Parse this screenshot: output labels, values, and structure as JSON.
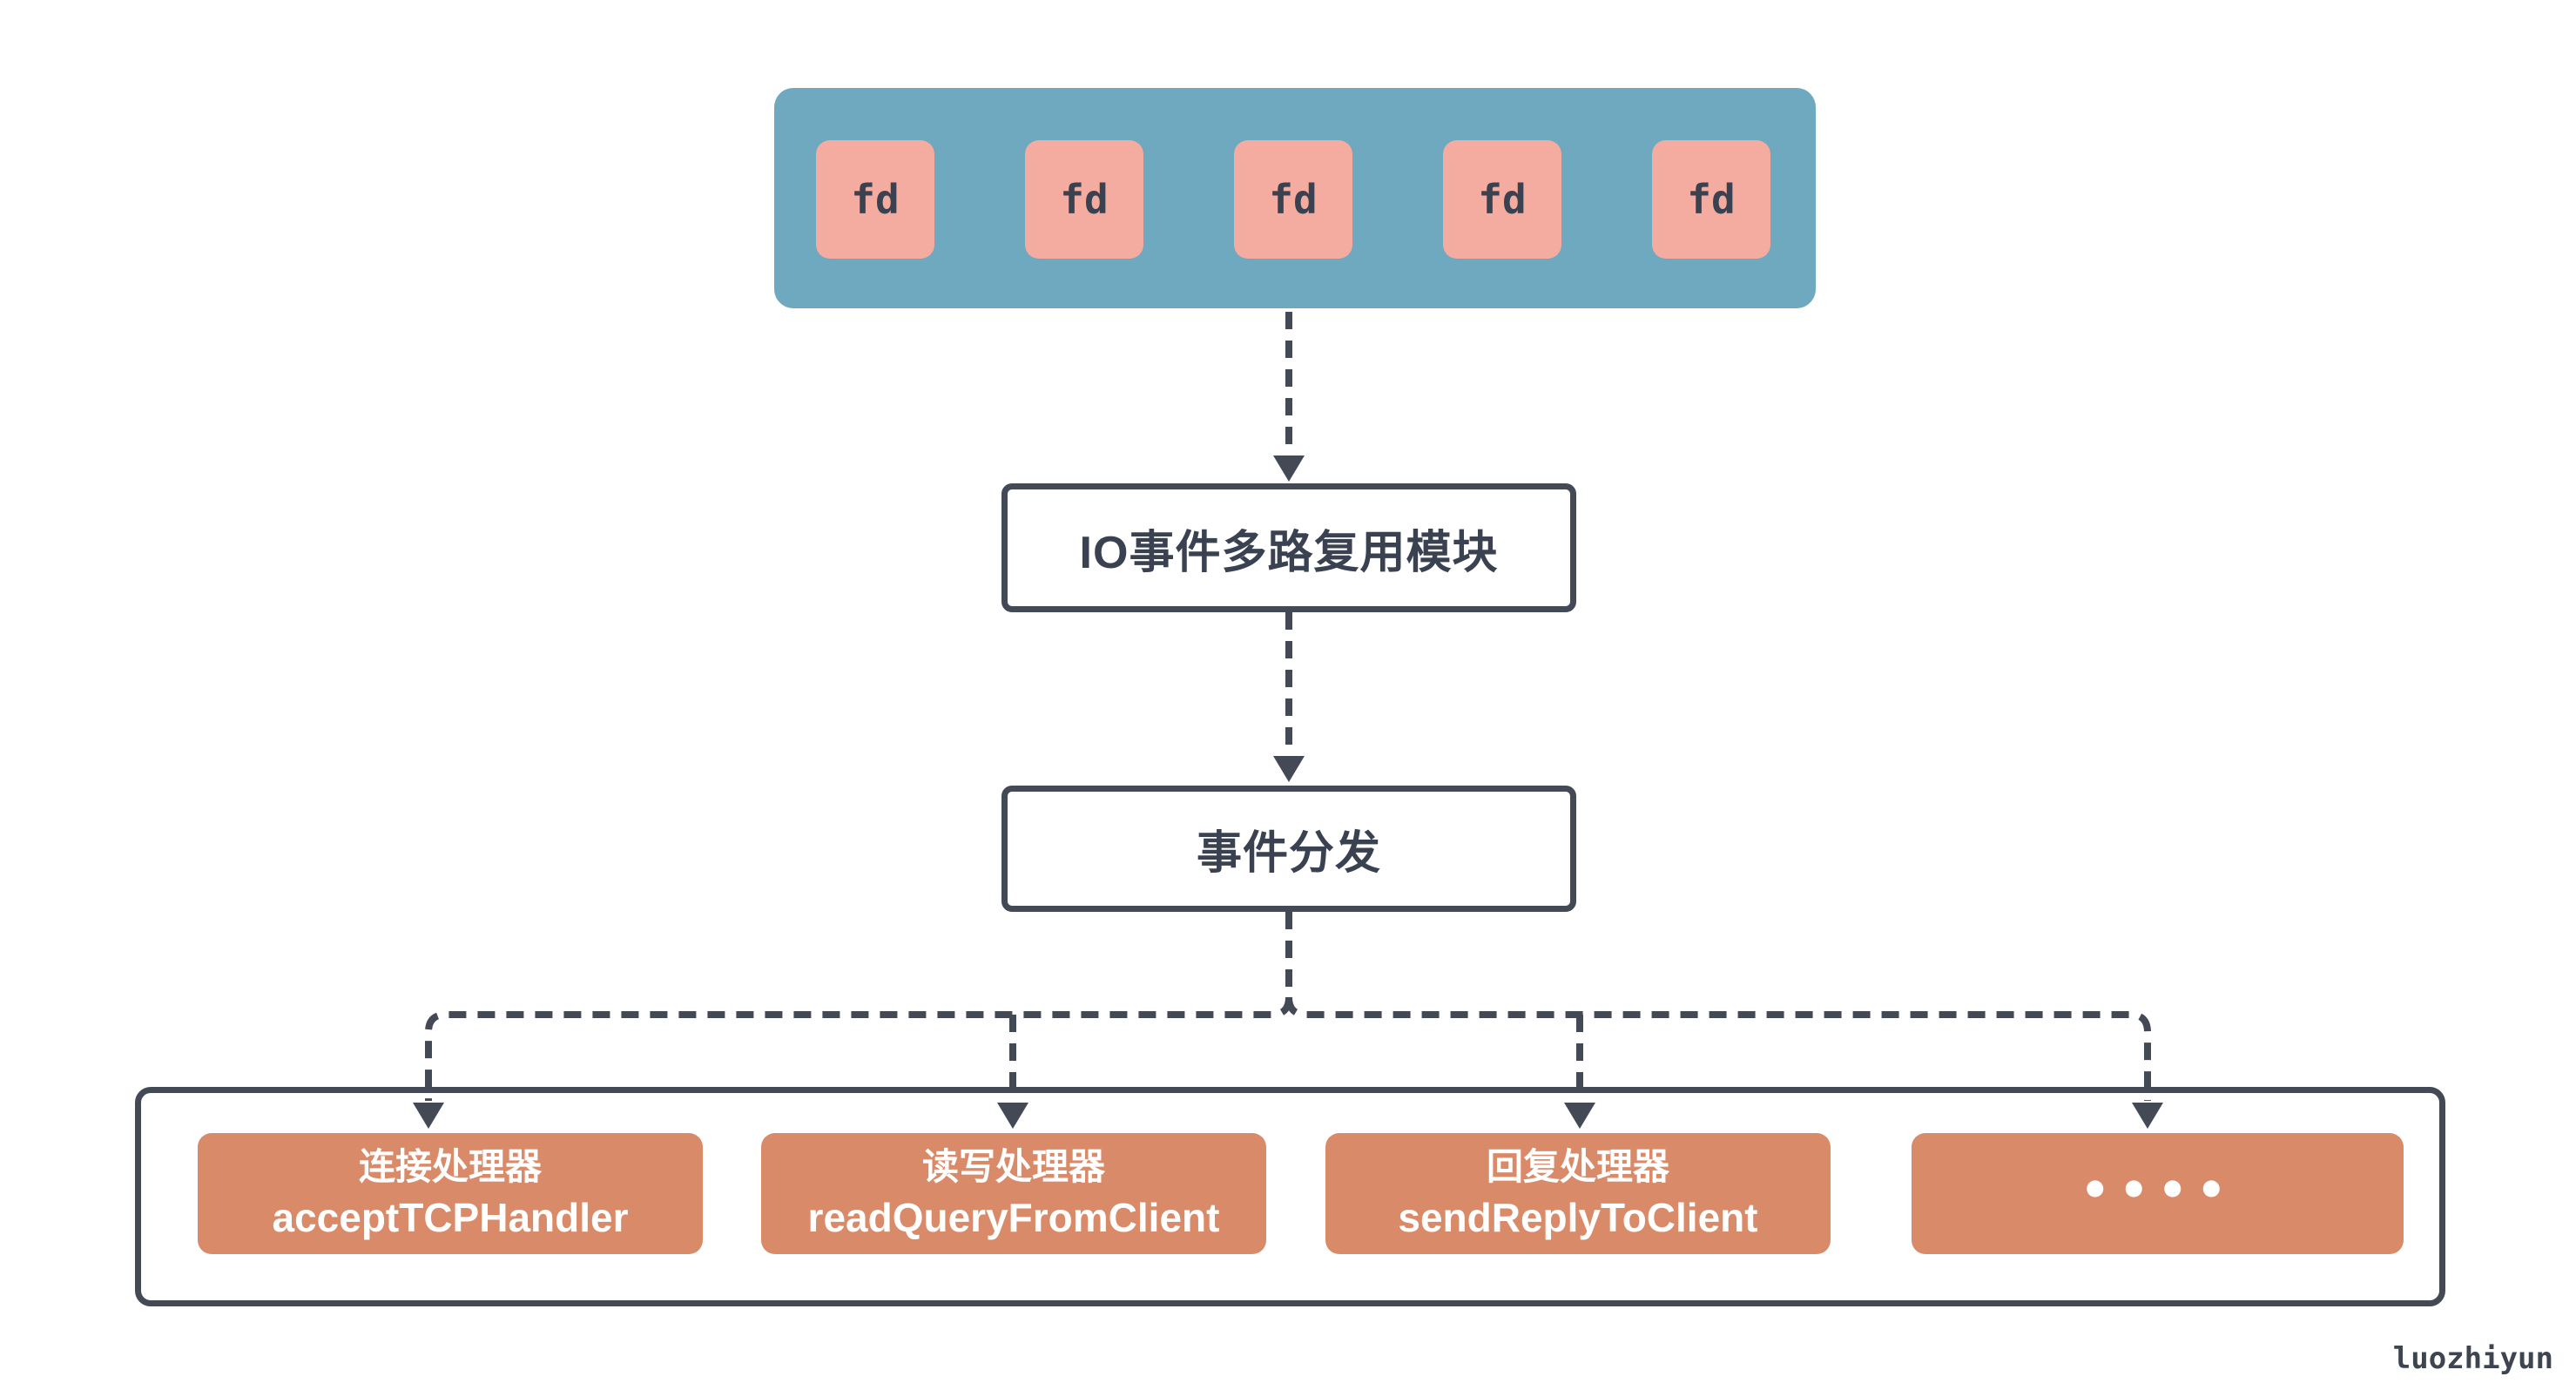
{
  "diagram": {
    "fd_pool": {
      "items": [
        {
          "label": "fd"
        },
        {
          "label": "fd"
        },
        {
          "label": "fd"
        },
        {
          "label": "fd"
        },
        {
          "label": "fd"
        }
      ]
    },
    "multiplexer": {
      "label": "IO事件多路复用模块"
    },
    "dispatcher": {
      "label": "事件分发"
    },
    "handlers": [
      {
        "title": "连接处理器",
        "subtitle": "acceptTCPHandler"
      },
      {
        "title": "读写处理器",
        "subtitle": "readQueryFromClient"
      },
      {
        "title": "回复处理器",
        "subtitle": "sendReplyToClient"
      },
      {
        "dots_label": "••••"
      }
    ],
    "watermark": "luozhiyun",
    "colors": {
      "pool_teal": "#6fa9bf",
      "fd_salmon": "#f5aca0",
      "handler_orange": "#d98a68",
      "line_dark": "#434a56",
      "text_dark": "#3a4150",
      "background": "#ffffff"
    }
  }
}
